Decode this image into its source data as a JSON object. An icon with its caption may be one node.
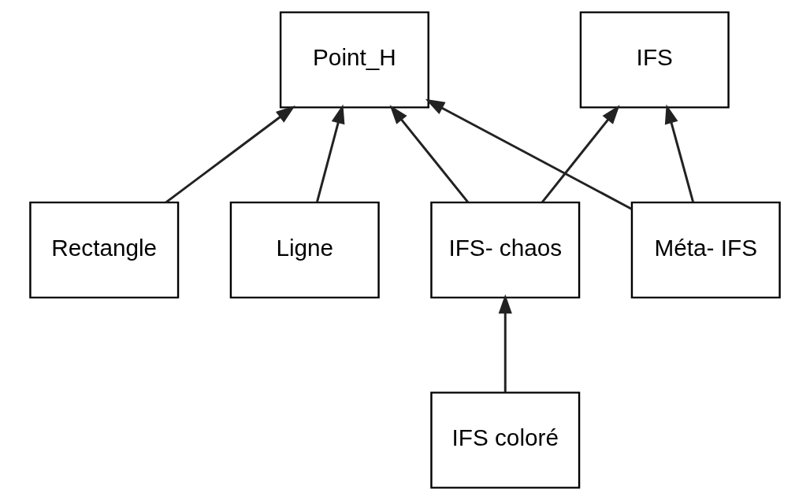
{
  "diagram": {
    "nodes": [
      {
        "text": [
          "Point_H"
        ]
      },
      {
        "text": [
          "IFS"
        ]
      },
      {
        "text": [
          "Rectangle"
        ]
      },
      {
        "text": [
          "Ligne"
        ]
      },
      {
        "text": [
          "IFS- chaos"
        ]
      },
      {
        "text": [
          "Méta- IFS"
        ]
      },
      {
        "text": [
          "IFS coloré"
        ]
      }
    ],
    "edges": [
      {
        "from": 2,
        "to": 0,
        "arrow": "to"
      },
      {
        "from": 3,
        "to": 0,
        "arrow": "to"
      },
      {
        "from": 4,
        "to": 0,
        "arrow": "to"
      },
      {
        "from": 4,
        "to": 1,
        "arrow": "to"
      },
      {
        "from": 5,
        "to": 0,
        "arrow": "to"
      },
      {
        "from": 5,
        "to": 1,
        "arrow": "to"
      },
      {
        "from": 6,
        "to": 4,
        "arrow": "to"
      }
    ]
  }
}
